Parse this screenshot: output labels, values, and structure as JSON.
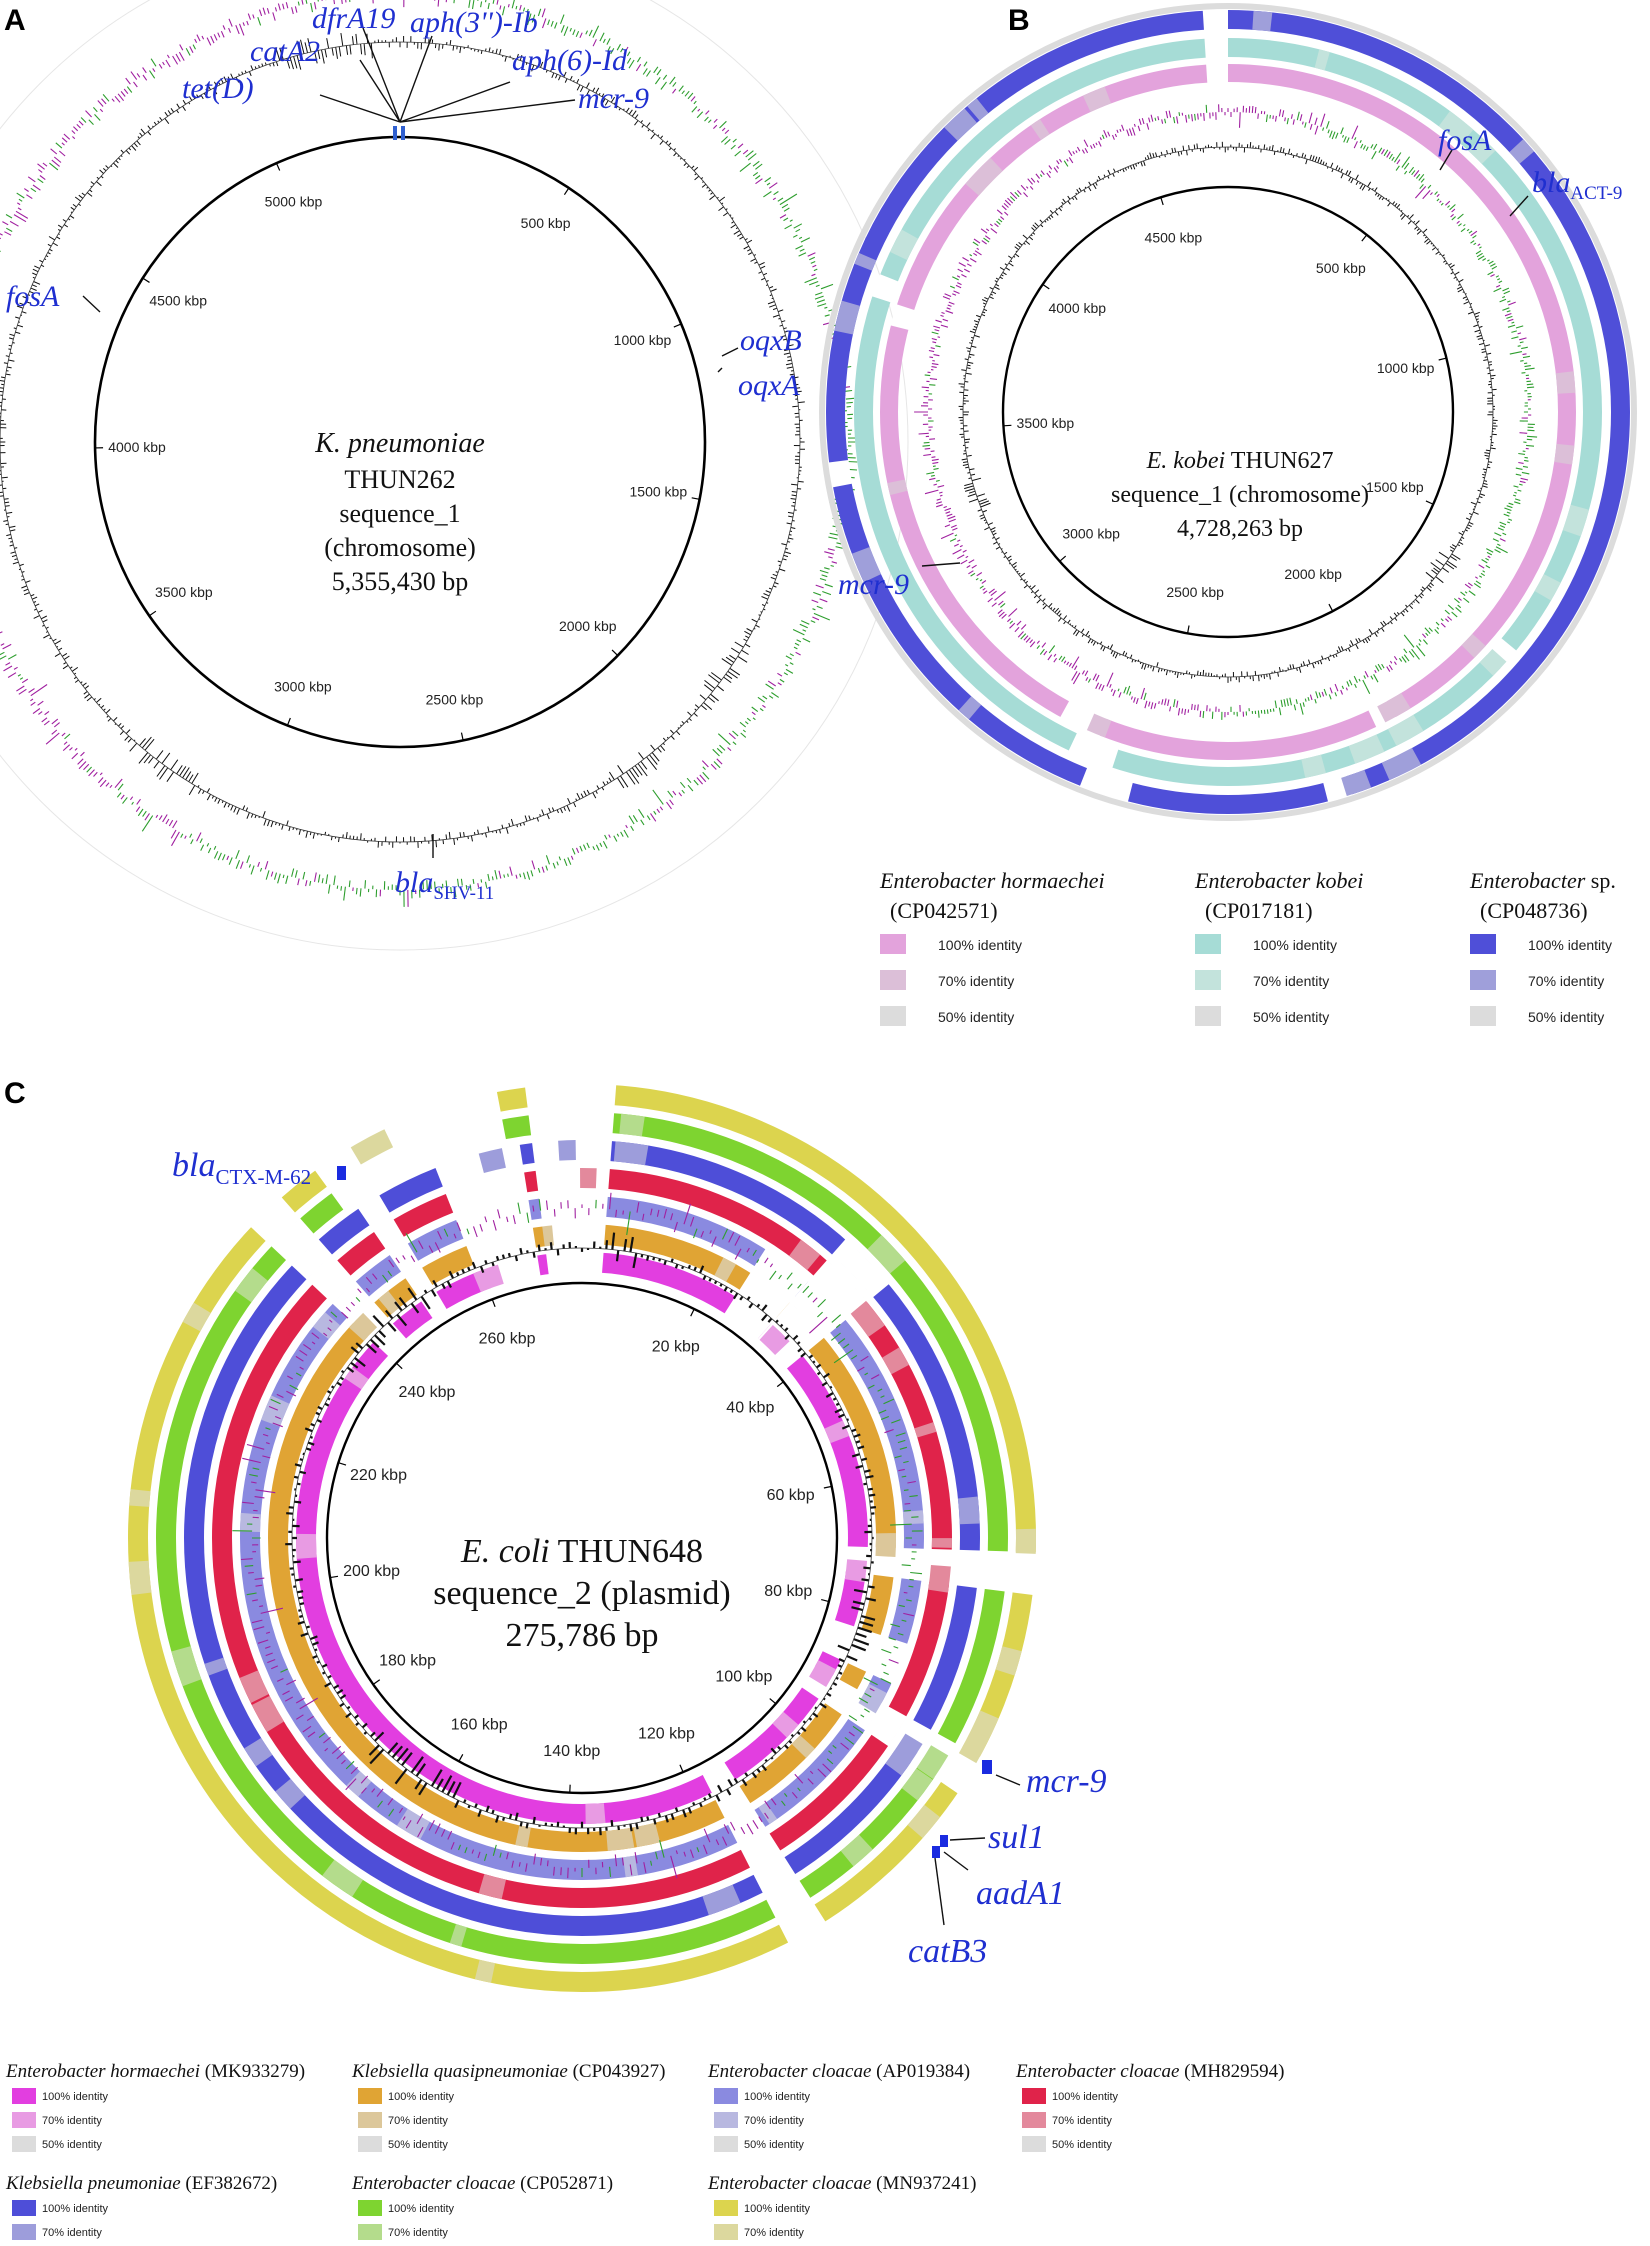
{
  "colors": {
    "gene_label": "#1f2fd0",
    "gc_skew_pos": "#2e9e2e",
    "gc_skew_neg": "#a020a0",
    "gc_content": "#111111",
    "identity_50": "#dcdcdc"
  },
  "panels": [
    {
      "letter": "A",
      "center": {
        "species": "K. pneumoniae",
        "strain": "THUN262",
        "sequence": "sequence_1",
        "type": "(chromosome)",
        "length": "5,355,430 bp"
      },
      "ticks": [
        "500 kbp",
        "1000 kbp",
        "1500 kbp",
        "2000 kbp",
        "2500 kbp",
        "3000 kbp",
        "3500 kbp",
        "4000 kbp",
        "4500 kbp",
        "5000 kbp"
      ],
      "genes": [
        {
          "label": "tet(D)",
          "sub": ""
        },
        {
          "label": "catA2",
          "sub": ""
        },
        {
          "label": "dfrA19",
          "sub": ""
        },
        {
          "label": "aph(3'')-Ib",
          "sub": ""
        },
        {
          "label": "aph(6)-Id",
          "sub": ""
        },
        {
          "label": "mcr-9",
          "sub": ""
        },
        {
          "label": "fosA",
          "sub": ""
        },
        {
          "label": "oqxB",
          "sub": ""
        },
        {
          "label": "oqxA",
          "sub": ""
        },
        {
          "label": "bla",
          "sub": "SHV-11"
        }
      ]
    },
    {
      "letter": "B",
      "center": {
        "species": "E. kobei",
        "strain": "THUN627",
        "sequence": "sequence_1 (chromosome)",
        "length": "4,728,263 bp"
      },
      "ticks": [
        "500 kbp",
        "1000 kbp",
        "1500 kbp",
        "2000 kbp",
        "2500 kbp",
        "3000 kbp",
        "3500 kbp",
        "4000 kbp",
        "4500 kbp"
      ],
      "genes": [
        {
          "label": "fosA",
          "sub": ""
        },
        {
          "label": "bla",
          "sub": "ACT-9"
        },
        {
          "label": "mcr-9",
          "sub": ""
        }
      ],
      "legend": [
        {
          "species": "Enterobacter hormaechei",
          "accession": "(CP042571)",
          "color": "#e3a3dc",
          "color70": "#dcbfd8"
        },
        {
          "species": "Enterobacter kobei",
          "accession": "(CP017181)",
          "color": "#a6dcd6",
          "color70": "#c3e3dc"
        },
        {
          "species": "Enterobacter",
          "species_suffix": " sp.",
          "accession": "(CP048736)",
          "color": "#4f4fd8",
          "color70": "#9f9fda"
        }
      ],
      "identity_labels": [
        "100% identity",
        "70% identity",
        "50% identity"
      ]
    },
    {
      "letter": "C",
      "center": {
        "species": "E. coli",
        "strain": "THUN648",
        "sequence": "sequence_2 (plasmid)",
        "length": "275,786 bp"
      },
      "ticks": [
        "20 kbp",
        "40 kbp",
        "60 kbp",
        "80 kbp",
        "100 kbp",
        "120 kbp",
        "140 kbp",
        "160 kbp",
        "180 kbp",
        "200 kbp",
        "220 kbp",
        "240 kbp",
        "260 kbp"
      ],
      "genes": [
        {
          "label": "bla",
          "sub": "CTX-M-62"
        },
        {
          "label": "mcr-9",
          "sub": ""
        },
        {
          "label": "sul1",
          "sub": ""
        },
        {
          "label": "aadA1",
          "sub": ""
        },
        {
          "label": "catB3",
          "sub": ""
        }
      ],
      "legend": [
        {
          "species": "Enterobacter hormaechei",
          "accession": " (MK933279)",
          "color": "#e23ee0",
          "color70": "#e89be3"
        },
        {
          "species": "Klebsiella quasipneumoniae",
          "accession": " (CP043927)",
          "color": "#e0a434",
          "color70": "#dcc79a"
        },
        {
          "species": "Enterobacter cloacae",
          "accession": " (AP019384)",
          "color": "#8a8ae0",
          "color70": "#b8b8e0"
        },
        {
          "species": "Enterobacter cloacae",
          "accession": " (MH829594)",
          "color": "#e0234a",
          "color70": "#e3899c"
        },
        {
          "species": "Klebsiella pneumoniae",
          "accession": " (EF382672)",
          "color": "#4e4ed8",
          "color70": "#9d9ddb"
        },
        {
          "species": "Enterobacter cloacae",
          "accession": " (CP052871)",
          "color": "#7ed430",
          "color70": "#b4dc8c"
        },
        {
          "species": "Enterobacter cloacae",
          "accession": " (MN937241)",
          "color": "#dcd44e",
          "color70": "#dcd89e"
        }
      ],
      "identity_labels": [
        "100% identity",
        "70% identity",
        "50% identity"
      ]
    }
  ]
}
